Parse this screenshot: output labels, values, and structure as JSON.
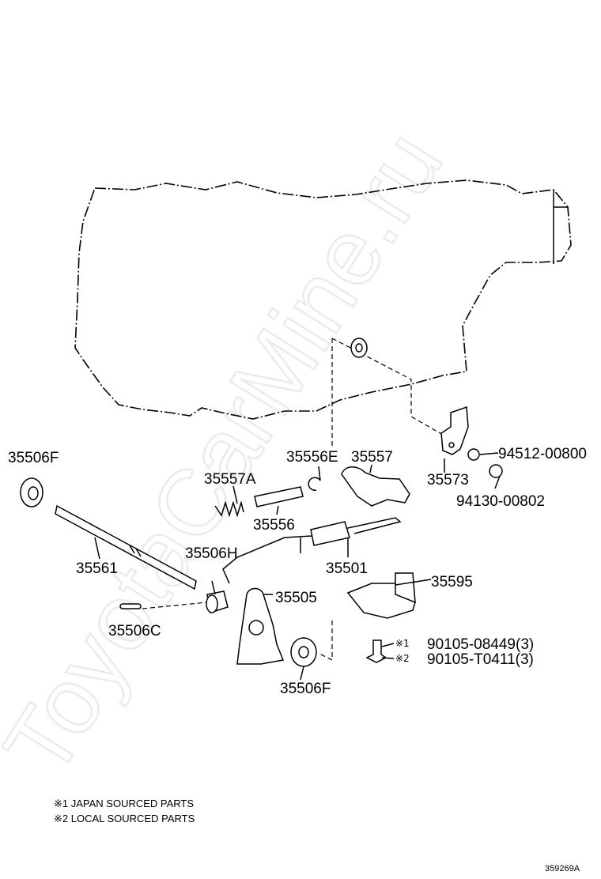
{
  "watermark": "ToyotaCarMine.ru",
  "callouts": {
    "p35506F_top": "35506F",
    "p35556E": "35556E",
    "p35557": "35557",
    "p94512": "94512-00800",
    "p35573": "35573",
    "p94130": "94130-00802",
    "p35557A": "35557A",
    "p35556": "35556",
    "p35561": "35561",
    "p35506H": "35506H",
    "p35501": "35501",
    "p35595": "35595",
    "p35505": "35505",
    "p35506C": "35506C",
    "p35506F_bottom": "35506F",
    "bolt1_mark": "※1",
    "bolt1_part": "90105-08449(3)",
    "bolt2_mark": "※2",
    "bolt2_part": "90105-T0411(3)"
  },
  "notes": {
    "note1": "※1 JAPAN SOURCED PARTS",
    "note2": "※2 LOCAL SOURCED PARTS"
  },
  "diagram_code": "359269A"
}
